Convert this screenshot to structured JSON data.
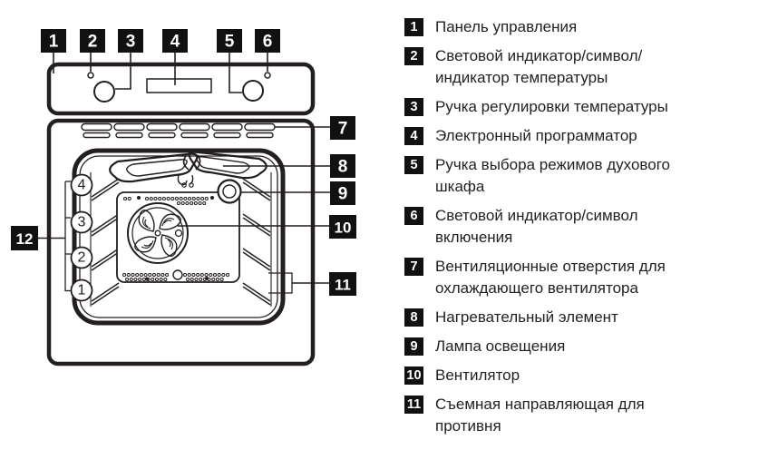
{
  "diagram": {
    "top_callouts": [
      "1",
      "2",
      "3",
      "4",
      "5",
      "6"
    ],
    "right_callouts": [
      "7",
      "8",
      "9",
      "10",
      "11"
    ],
    "left_callouts": [
      "12"
    ],
    "shelf_levels": [
      "4",
      "3",
      "2",
      "1"
    ],
    "colors": {
      "line": "#231f20",
      "fill": "#ffffff",
      "callout_bg": "#111111",
      "callout_fg": "#ffffff"
    }
  },
  "legend": {
    "items": [
      {
        "num": "1",
        "text": "Панель управления"
      },
      {
        "num": "2",
        "text": "Световой индикатор/символ/индикатор температуры"
      },
      {
        "num": "3",
        "text": "Ручка регулировки температуры"
      },
      {
        "num": "4",
        "text": "Электронный программатор"
      },
      {
        "num": "5",
        "text": "Ручка выбора режимов духового шкафа"
      },
      {
        "num": "6",
        "text": "Световой индикатор/символ включения"
      },
      {
        "num": "7",
        "text": "Вентиляционные отверстия для охлаждающего вентилятора"
      },
      {
        "num": "8",
        "text": "Нагревательный элемент"
      },
      {
        "num": "9",
        "text": "Лампа освещения"
      },
      {
        "num": "10",
        "text": "Вентилятор"
      },
      {
        "num": "11",
        "text": "Съемная направляющая для противня"
      }
    ]
  }
}
